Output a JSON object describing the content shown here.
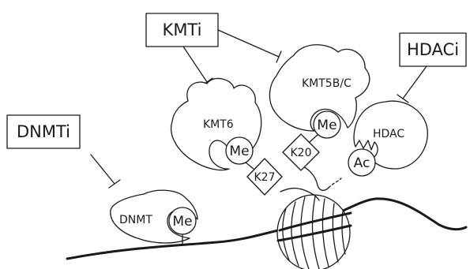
{
  "inhibitors": {
    "kmti": "KMTi",
    "hdaci": "HDACi",
    "dnmti": "DNMTi"
  },
  "enzymes": {
    "kmt6": "KMT6",
    "kmt5bc": "KMT5B/C",
    "hdac": "HDAC",
    "dnmt": "DNMT"
  },
  "marks": {
    "me_kmt6": "Me",
    "me_kmt5": "Me",
    "ac_hdac": "Ac",
    "me_dnmt": "Me"
  },
  "residues": {
    "k27": "K27",
    "k20": "K20"
  }
}
